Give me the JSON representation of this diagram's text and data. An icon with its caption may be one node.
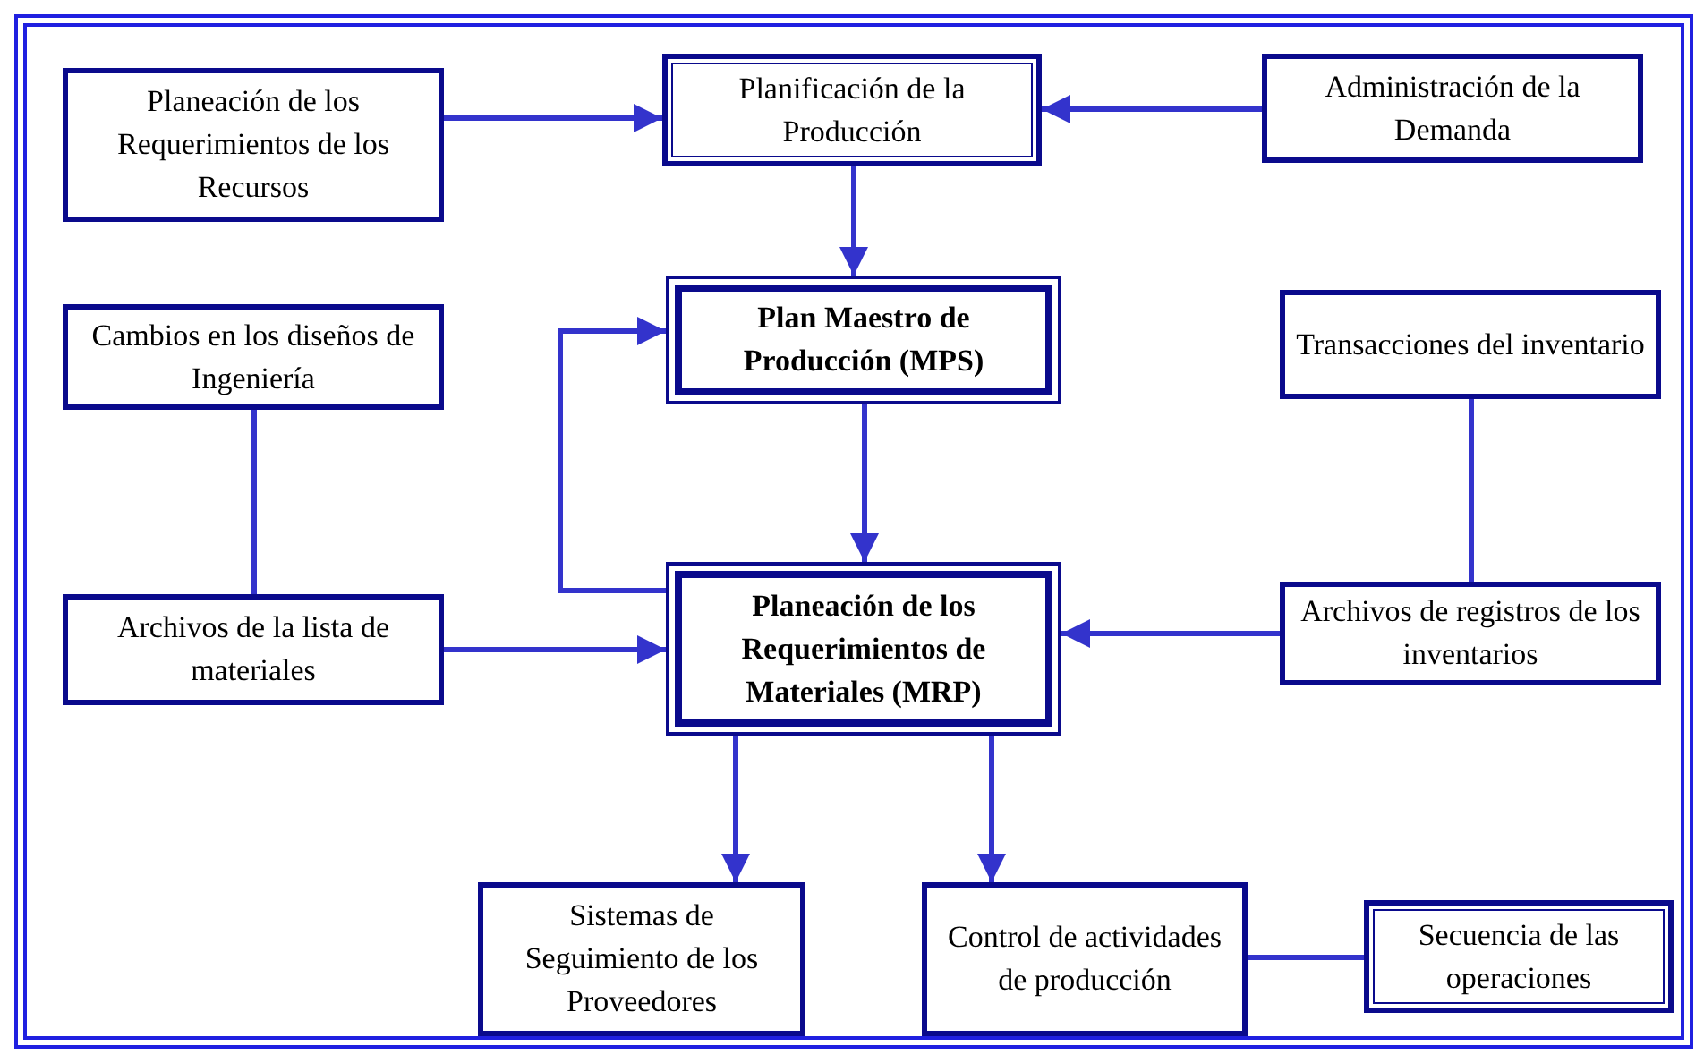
{
  "diagram": {
    "nodes": [
      {
        "text": [
          "Planeación de los Requerimientos de los Recursos"
        ]
      },
      {
        "text": [
          "Planificación de la Producción"
        ]
      },
      {
        "text": [
          "Administración de la Demanda"
        ]
      },
      {
        "text": [
          "Cambios en los diseños de Ingeniería"
        ]
      },
      {
        "text": [
          "Plan Maestro de Producción (MPS)"
        ]
      },
      {
        "text": [
          "Transacciones del inventario"
        ]
      },
      {
        "text": [
          "Archivos de la lista de materiales"
        ]
      },
      {
        "text": [
          "Planeación de los Requerimientos de Materiales (MRP)"
        ]
      },
      {
        "text": [
          "Archivos de registros de los inventarios"
        ]
      },
      {
        "text": [
          "Sistemas de Seguimiento de los Proveedores"
        ]
      },
      {
        "text": [
          "Control de actividades de producción"
        ]
      },
      {
        "text": [
          "Secuencia de las operaciones"
        ]
      }
    ],
    "edges": [
      {
        "from": 0,
        "to": 1,
        "arrow": "to"
      },
      {
        "from": 2,
        "to": 1,
        "arrow": "to"
      },
      {
        "from": 1,
        "to": 4,
        "arrow": "to"
      },
      {
        "from": 7,
        "to": 4,
        "arrow": "to"
      },
      {
        "from": 4,
        "to": 7,
        "arrow": "to"
      },
      {
        "from": 3,
        "to": 6,
        "arrow": "none"
      },
      {
        "from": 6,
        "to": 7,
        "arrow": "to"
      },
      {
        "from": 5,
        "to": 8,
        "arrow": "none"
      },
      {
        "from": 8,
        "to": 7,
        "arrow": "to"
      },
      {
        "from": 7,
        "to": 9,
        "arrow": "to"
      },
      {
        "from": 7,
        "to": 10,
        "arrow": "to"
      },
      {
        "from": 10,
        "to": 11,
        "arrow": "none"
      }
    ]
  }
}
